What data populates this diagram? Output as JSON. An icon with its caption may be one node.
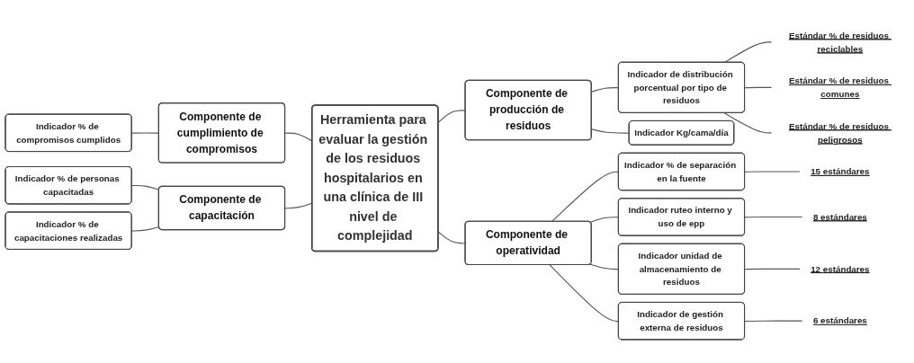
{
  "diagram": {
    "nodes": [
      {
        "text": [
          "Herramienta para evaluar la gestión de los residuos hospitalarios en una clínica de III nivel de complejidad"
        ]
      },
      {
        "text": [
          "Componente de cumplimiento de compromisos"
        ]
      },
      {
        "text": [
          "Indicador % de compromisos cumplidos"
        ]
      },
      {
        "text": [
          "Componente de producción de residuos"
        ]
      },
      {
        "text": [
          "Indicador de distribución porcentual por tipo de residuos"
        ]
      },
      {
        "text": [
          "Estándar % de residuos reciclables"
        ]
      },
      {
        "text": [
          "Estándar % de residuos comunes"
        ]
      },
      {
        "text": [
          "Estándar % de residuos peligrosos"
        ]
      },
      {
        "text": [
          "Indicador Kg/cama/día"
        ]
      },
      {
        "text": [
          "Componente de capacitación"
        ]
      },
      {
        "text": [
          "Indicador % de personas capacitadas"
        ]
      },
      {
        "text": [
          "Indicador % de capacitaciones realizadas"
        ]
      },
      {
        "text": [
          "Componente de operatividad"
        ]
      },
      {
        "text": [
          "Indicador % de separación en la fuente"
        ]
      },
      {
        "text": [
          "15 estándares"
        ]
      },
      {
        "text": [
          "Indicador ruteo interno y uso de epp"
        ]
      },
      {
        "text": [
          "8 estándares"
        ]
      },
      {
        "text": [
          "Indicador unidad de almacenamiento de residuos"
        ]
      },
      {
        "text": [
          "12 estándares"
        ]
      },
      {
        "text": [
          "Indicador de gestión externa de residuos"
        ]
      },
      {
        "text": [
          "6 estándares"
        ]
      }
    ],
    "edges": [
      {
        "from": 2,
        "to": 1,
        "arrow": "none"
      },
      {
        "from": 1,
        "to": 0,
        "arrow": "none"
      },
      {
        "from": 0,
        "to": 3,
        "arrow": "none"
      },
      {
        "from": 3,
        "to": 4,
        "arrow": "none"
      },
      {
        "from": 4,
        "to": 5,
        "arrow": "none"
      },
      {
        "from": 4,
        "to": 6,
        "arrow": "none"
      },
      {
        "from": 4,
        "to": 7,
        "arrow": "none"
      },
      {
        "from": 3,
        "to": 8,
        "arrow": "none"
      },
      {
        "from": 10,
        "to": 9,
        "arrow": "none"
      },
      {
        "from": 11,
        "to": 9,
        "arrow": "none"
      },
      {
        "from": 9,
        "to": 0,
        "arrow": "none"
      },
      {
        "from": 0,
        "to": 12,
        "arrow": "none"
      },
      {
        "from": 12,
        "to": 13,
        "arrow": "none"
      },
      {
        "from": 13,
        "to": 14,
        "arrow": "none"
      },
      {
        "from": 12,
        "to": 15,
        "arrow": "none"
      },
      {
        "from": 15,
        "to": 16,
        "arrow": "none"
      },
      {
        "from": 12,
        "to": 17,
        "arrow": "none"
      },
      {
        "from": 17,
        "to": 18,
        "arrow": "none"
      },
      {
        "from": 12,
        "to": 19,
        "arrow": "none"
      },
      {
        "from": 19,
        "to": 20,
        "arrow": "none"
      }
    ]
  }
}
